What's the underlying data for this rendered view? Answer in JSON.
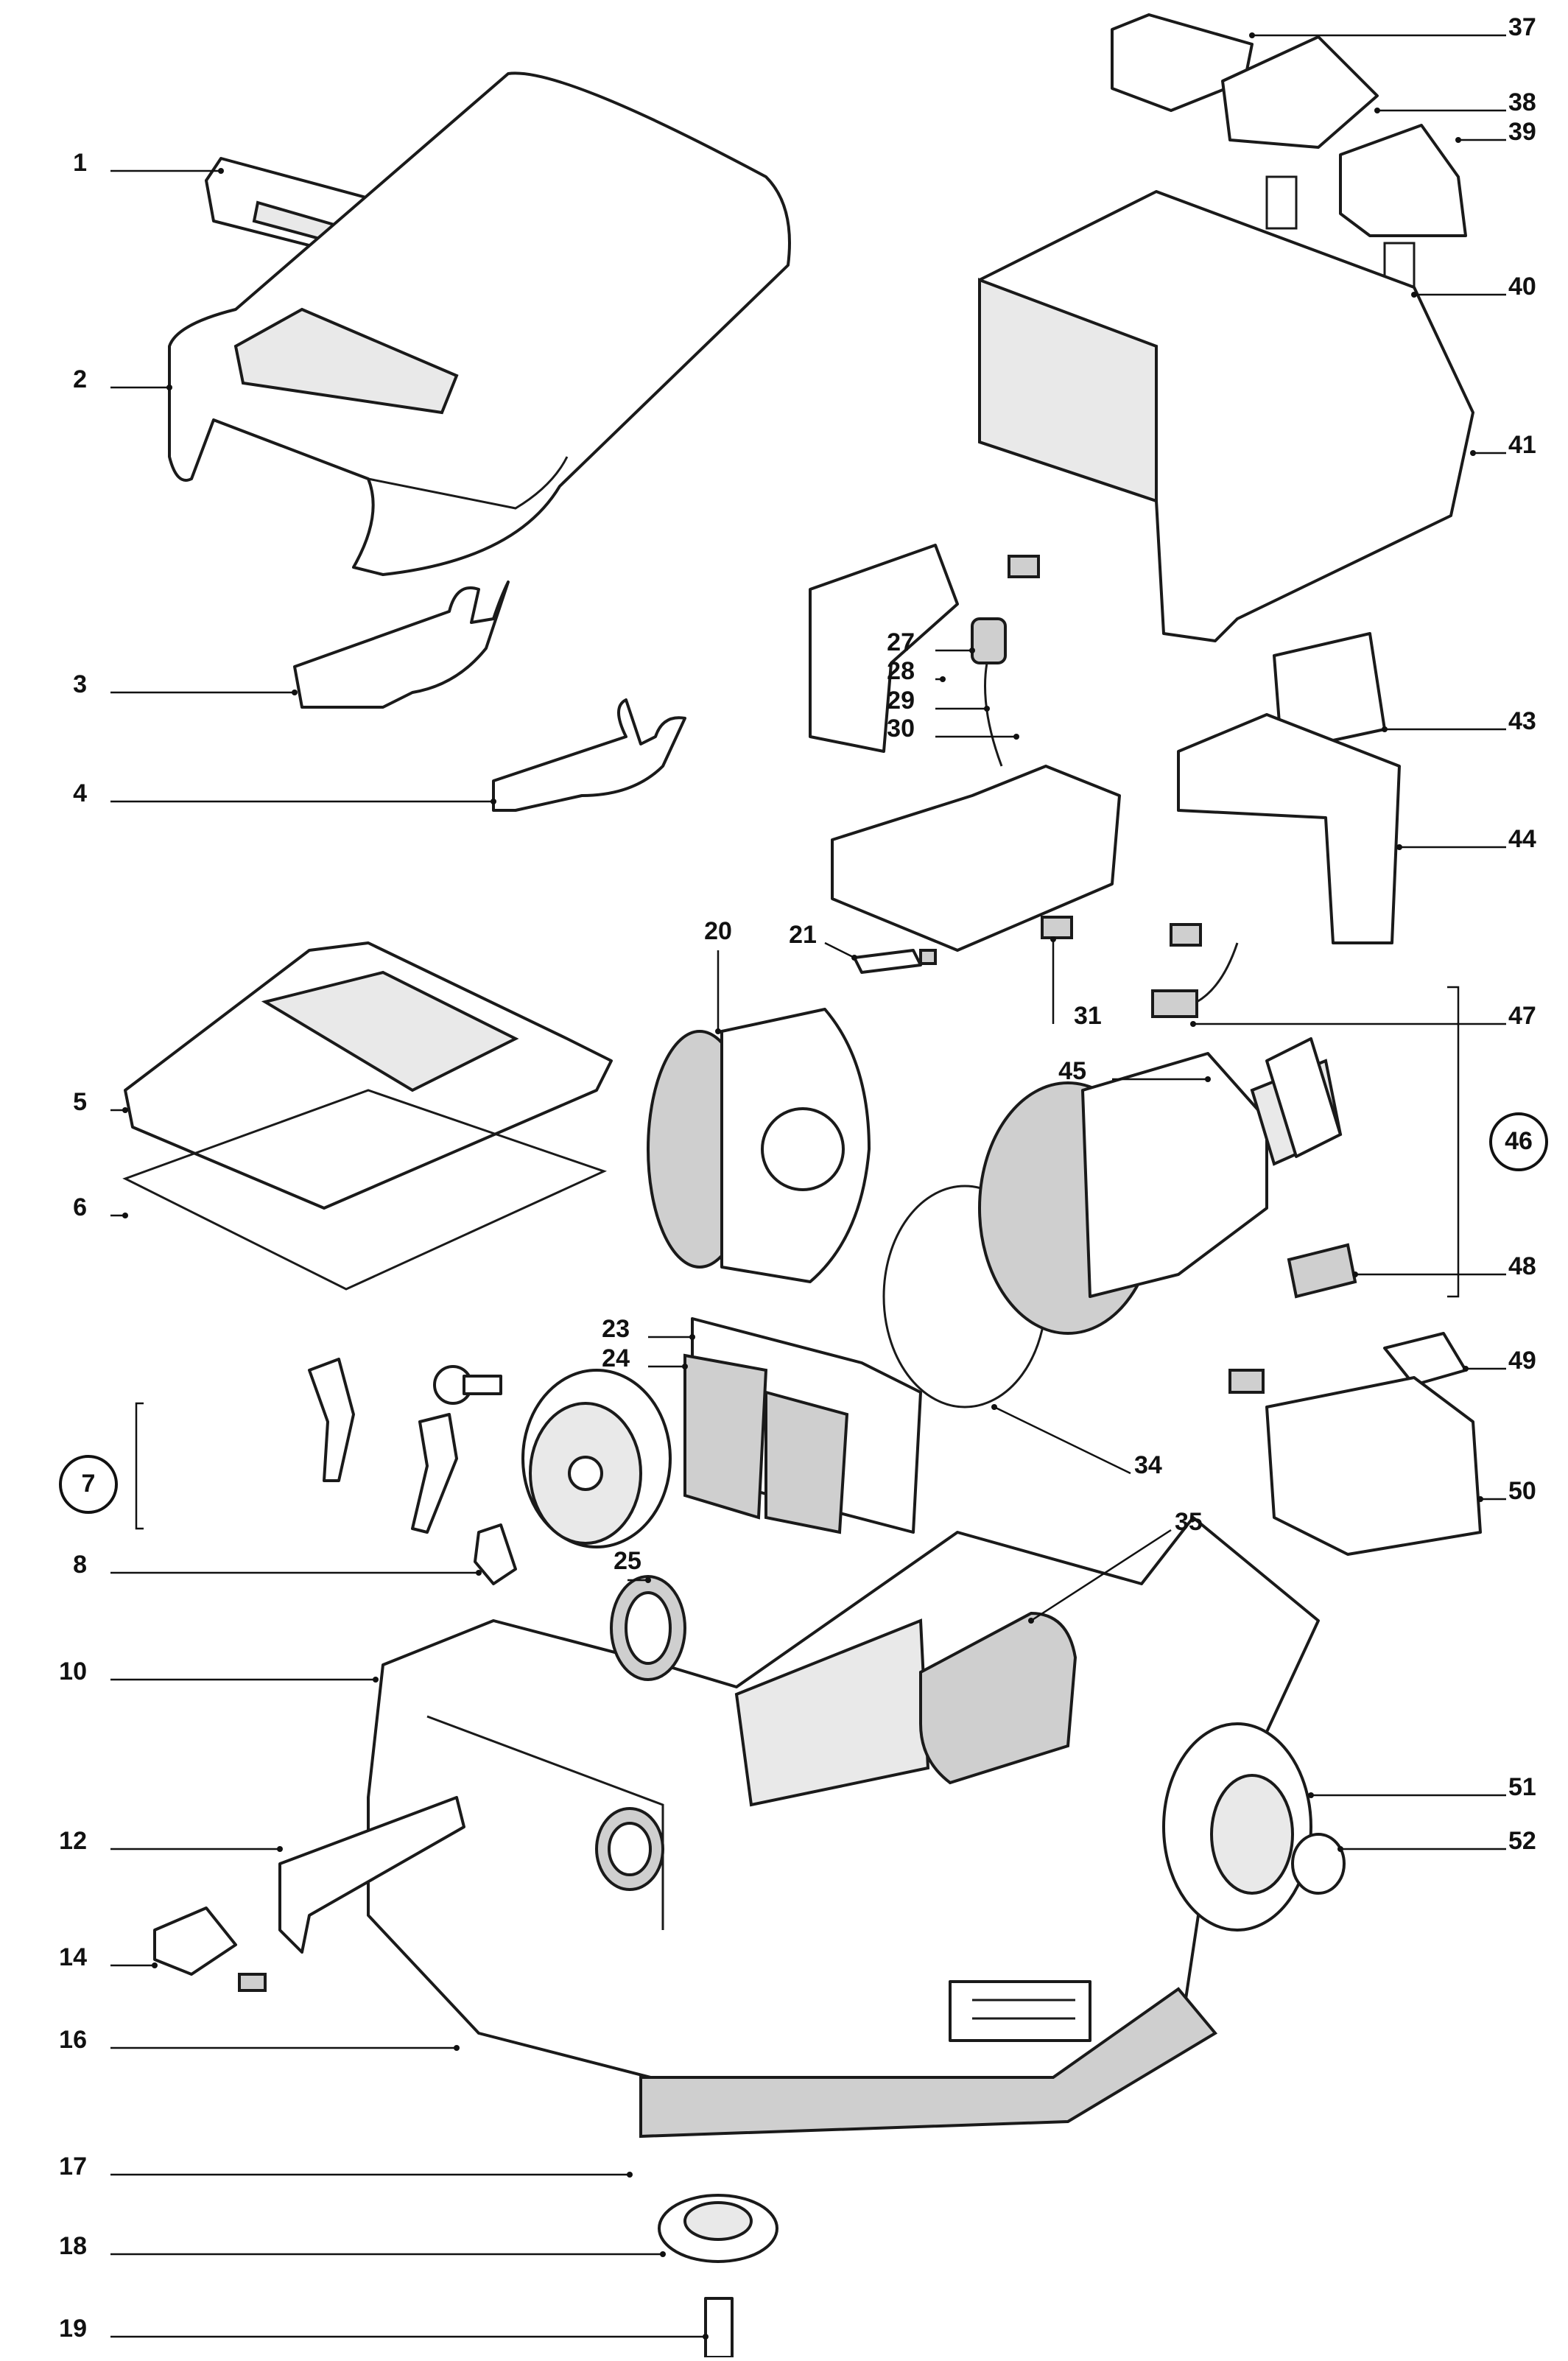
{
  "diagram": {
    "callouts": [
      {
        "id": "1",
        "label": "1",
        "side": "left"
      },
      {
        "id": "2",
        "label": "2",
        "side": "left"
      },
      {
        "id": "3",
        "label": "3",
        "side": "left"
      },
      {
        "id": "4",
        "label": "4",
        "side": "left"
      },
      {
        "id": "5",
        "label": "5",
        "side": "left"
      },
      {
        "id": "6",
        "label": "6",
        "side": "left"
      },
      {
        "id": "7",
        "label": "7",
        "side": "left",
        "circled": true
      },
      {
        "id": "8",
        "label": "8",
        "side": "left"
      },
      {
        "id": "10",
        "label": "10",
        "side": "left"
      },
      {
        "id": "12",
        "label": "12",
        "side": "left"
      },
      {
        "id": "14",
        "label": "14",
        "side": "left"
      },
      {
        "id": "16",
        "label": "16",
        "side": "left"
      },
      {
        "id": "17",
        "label": "17",
        "side": "left"
      },
      {
        "id": "18",
        "label": "18",
        "side": "left"
      },
      {
        "id": "19",
        "label": "19",
        "side": "left"
      },
      {
        "id": "20",
        "label": "20",
        "side": "top"
      },
      {
        "id": "21",
        "label": "21",
        "side": "top"
      },
      {
        "id": "23",
        "label": "23",
        "side": "left"
      },
      {
        "id": "24",
        "label": "24",
        "side": "left"
      },
      {
        "id": "25",
        "label": "25",
        "side": "top"
      },
      {
        "id": "27",
        "label": "27",
        "side": "left"
      },
      {
        "id": "28",
        "label": "28",
        "side": "left"
      },
      {
        "id": "29",
        "label": "29",
        "side": "left"
      },
      {
        "id": "30",
        "label": "30",
        "side": "left"
      },
      {
        "id": "31",
        "label": "31",
        "side": "right"
      },
      {
        "id": "34",
        "label": "34",
        "side": "right"
      },
      {
        "id": "35",
        "label": "35",
        "side": "right"
      },
      {
        "id": "37",
        "label": "37",
        "side": "right"
      },
      {
        "id": "38",
        "label": "38",
        "side": "right"
      },
      {
        "id": "39",
        "label": "39",
        "side": "right"
      },
      {
        "id": "40",
        "label": "40",
        "side": "right"
      },
      {
        "id": "41",
        "label": "41",
        "side": "right"
      },
      {
        "id": "43",
        "label": "43",
        "side": "right"
      },
      {
        "id": "44",
        "label": "44",
        "side": "right"
      },
      {
        "id": "45",
        "label": "45",
        "side": "left"
      },
      {
        "id": "46",
        "label": "46",
        "side": "right",
        "circled": true
      },
      {
        "id": "47",
        "label": "47",
        "side": "right"
      },
      {
        "id": "48",
        "label": "48",
        "side": "right"
      },
      {
        "id": "49",
        "label": "49",
        "side": "right"
      },
      {
        "id": "50",
        "label": "50",
        "side": "right"
      },
      {
        "id": "51",
        "label": "51",
        "side": "right"
      },
      {
        "id": "52",
        "label": "52",
        "side": "right"
      }
    ]
  }
}
